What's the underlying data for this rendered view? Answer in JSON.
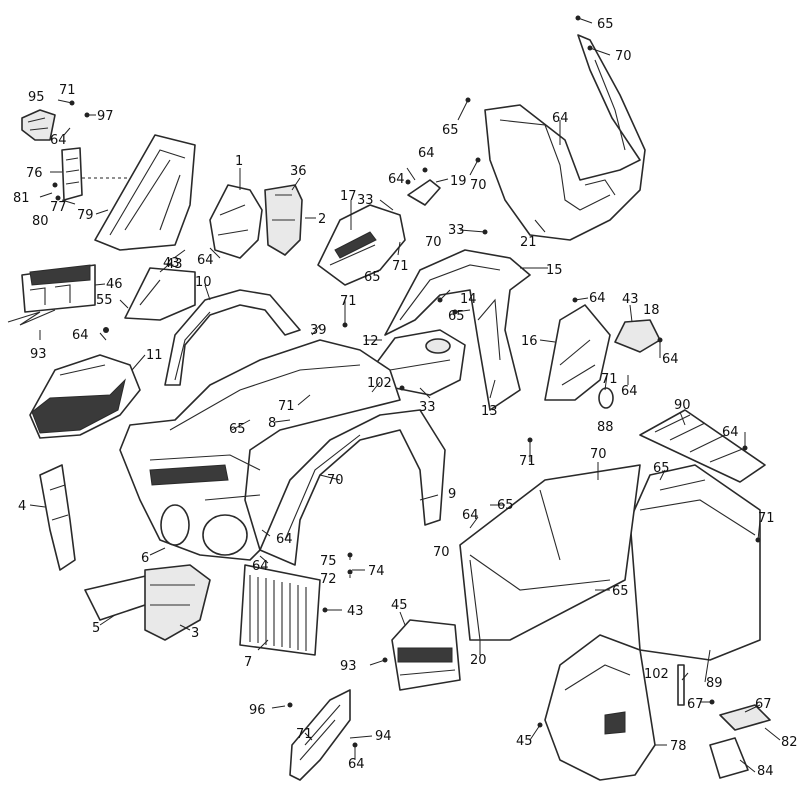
{
  "callouts": [
    {
      "id": "c65a",
      "text": "65"
    },
    {
      "id": "c70a",
      "text": "70"
    },
    {
      "id": "c64a",
      "text": "64"
    },
    {
      "id": "c65b",
      "text": "65"
    },
    {
      "id": "c70b",
      "text": "70"
    },
    {
      "id": "c21",
      "text": "21"
    },
    {
      "id": "c95",
      "text": "95"
    },
    {
      "id": "c71a",
      "text": "71"
    },
    {
      "id": "c97",
      "text": "97"
    },
    {
      "id": "c64b",
      "text": "64"
    },
    {
      "id": "c76",
      "text": "76"
    },
    {
      "id": "c81",
      "text": "81"
    },
    {
      "id": "c77",
      "text": "77"
    },
    {
      "id": "c80",
      "text": "80"
    },
    {
      "id": "c79",
      "text": "79"
    },
    {
      "id": "c1",
      "text": "1"
    },
    {
      "id": "c36",
      "text": "36"
    },
    {
      "id": "c2",
      "text": "2"
    },
    {
      "id": "c64c",
      "text": "64"
    },
    {
      "id": "c43a",
      "text": "43"
    },
    {
      "id": "c64d",
      "text": "64"
    },
    {
      "id": "c19",
      "text": "19"
    },
    {
      "id": "c64e",
      "text": "64"
    },
    {
      "id": "c17",
      "text": "17"
    },
    {
      "id": "c33a",
      "text": "33"
    },
    {
      "id": "c71b",
      "text": "71"
    },
    {
      "id": "c70c",
      "text": "70"
    },
    {
      "id": "c33b",
      "text": "33"
    },
    {
      "id": "c15",
      "text": "15"
    },
    {
      "id": "c65c",
      "text": "65"
    },
    {
      "id": "c14",
      "text": "14"
    },
    {
      "id": "c65d",
      "text": "65"
    },
    {
      "id": "c71c",
      "text": "71"
    },
    {
      "id": "c46",
      "text": "46"
    },
    {
      "id": "c43b",
      "text": "43"
    },
    {
      "id": "c10",
      "text": "10"
    },
    {
      "id": "c55",
      "text": "55"
    },
    {
      "id": "c93a",
      "text": "93"
    },
    {
      "id": "c64f",
      "text": "64"
    },
    {
      "id": "c11",
      "text": "11"
    },
    {
      "id": "c39",
      "text": "39"
    },
    {
      "id": "c12",
      "text": "12"
    },
    {
      "id": "c102a",
      "text": "102"
    },
    {
      "id": "c71d",
      "text": "71"
    },
    {
      "id": "c33c",
      "text": "33"
    },
    {
      "id": "c13",
      "text": "13"
    },
    {
      "id": "c64g",
      "text": "64"
    },
    {
      "id": "c43c",
      "text": "43"
    },
    {
      "id": "c18",
      "text": "18"
    },
    {
      "id": "c16",
      "text": "16"
    },
    {
      "id": "c64h",
      "text": "64"
    },
    {
      "id": "c71e",
      "text": "71"
    },
    {
      "id": "c64i",
      "text": "64"
    },
    {
      "id": "c88",
      "text": "88"
    },
    {
      "id": "c65e",
      "text": "65"
    },
    {
      "id": "c8",
      "text": "8"
    },
    {
      "id": "c90",
      "text": "90"
    },
    {
      "id": "c64j",
      "text": "64"
    },
    {
      "id": "c71f",
      "text": "71"
    },
    {
      "id": "c70d",
      "text": "70"
    },
    {
      "id": "c65f",
      "text": "65"
    },
    {
      "id": "c9",
      "text": "9"
    },
    {
      "id": "c70e",
      "text": "70"
    },
    {
      "id": "c65g",
      "text": "65"
    },
    {
      "id": "c64k",
      "text": "64"
    },
    {
      "id": "c70f",
      "text": "70"
    },
    {
      "id": "c71g",
      "text": "71"
    },
    {
      "id": "c4",
      "text": "4"
    },
    {
      "id": "c6",
      "text": "6"
    },
    {
      "id": "c64l",
      "text": "64"
    },
    {
      "id": "c64m",
      "text": "64"
    },
    {
      "id": "c75",
      "text": "75"
    },
    {
      "id": "c74",
      "text": "74"
    },
    {
      "id": "c72",
      "text": "72"
    },
    {
      "id": "c65h",
      "text": "65"
    },
    {
      "id": "c5",
      "text": "5"
    },
    {
      "id": "c3",
      "text": "3"
    },
    {
      "id": "c7",
      "text": "7"
    },
    {
      "id": "c43d",
      "text": "43"
    },
    {
      "id": "c45a",
      "text": "45"
    },
    {
      "id": "c93b",
      "text": "93"
    },
    {
      "id": "c20",
      "text": "20"
    },
    {
      "id": "c89",
      "text": "89"
    },
    {
      "id": "c102b",
      "text": "102"
    },
    {
      "id": "c67a",
      "text": "67"
    },
    {
      "id": "c67b",
      "text": "67"
    },
    {
      "id": "c82",
      "text": "82"
    },
    {
      "id": "c84",
      "text": "84"
    },
    {
      "id": "c96",
      "text": "96"
    },
    {
      "id": "c71h",
      "text": "71"
    },
    {
      "id": "c94",
      "text": "94"
    },
    {
      "id": "c64n",
      "text": "64"
    },
    {
      "id": "c45b",
      "text": "45"
    },
    {
      "id": "c78",
      "text": "78"
    }
  ]
}
